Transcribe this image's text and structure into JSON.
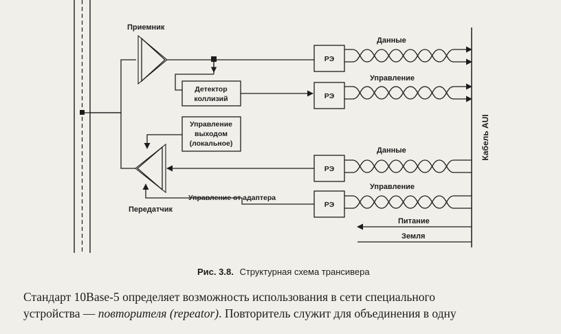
{
  "figure": {
    "labels": {
      "receiver": "Приемник",
      "transmitter": "Передатчик",
      "data_top": "Данные",
      "control_top": "Управление",
      "data_bottom": "Данные",
      "control_bottom": "Управление",
      "power": "Питание",
      "ground": "Земля",
      "aui_cable": "Кабель AUI",
      "from_adapter": "Управление от адаптера"
    },
    "re_label": "РЭ",
    "boxes": {
      "collision_line1": "Детектор",
      "collision_line2": "коллизий",
      "output_line1": "Управление",
      "output_line2": "выходом",
      "output_line3": "(локальное)"
    },
    "caption_number": "Рис. 3.8.",
    "caption_text": "Структурная схема трансивера"
  },
  "body_text": {
    "line1": "Стандарт 10Base-5 определяет возможность использования в сети специального",
    "line2_pre": "устройства — ",
    "line2_italic": "повторителя (repeator)",
    "line2_post": ". Повторитель служит для объединения в одну"
  },
  "colors": {
    "paper": "#f1efe9",
    "ink": "#1c1c1c"
  }
}
